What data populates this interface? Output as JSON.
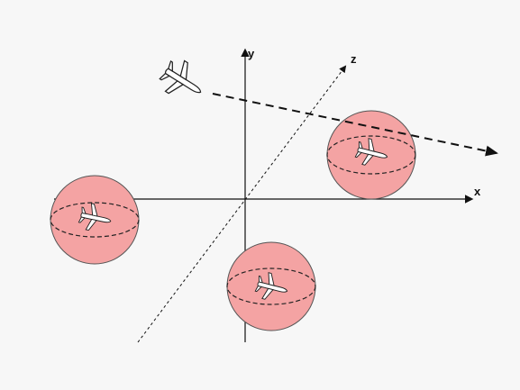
{
  "axes": {
    "x_label": "x",
    "y_label": "y",
    "z_label": "z"
  },
  "colors": {
    "background": "#f7f7f7",
    "axis": "#111111",
    "sphere_fill": "#f4a3a3",
    "sphere_stroke": "#444444"
  },
  "icons": {
    "airplane": "airplane-icon",
    "trajectory_arrow": "trajectory-arrow-icon"
  },
  "spheres": [
    {
      "name": "sphere-left",
      "has_airplane": true
    },
    {
      "name": "sphere-bottom",
      "has_airplane": true
    },
    {
      "name": "sphere-right",
      "has_airplane": true
    }
  ]
}
